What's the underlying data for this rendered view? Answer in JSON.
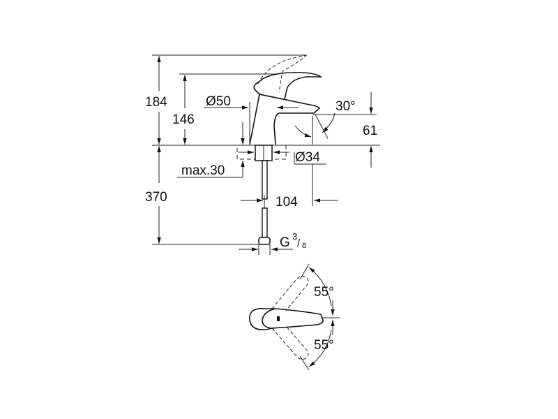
{
  "drawing": {
    "type": "technical-dimension-drawing",
    "subject": "single-lever basin mixer",
    "side_view": {
      "dimensions": {
        "total_height": "184",
        "spout_height": "146",
        "body_diameter": "Ø50",
        "lever_angle": "30°",
        "spout_clearance": "61",
        "base_diameter": "Ø34",
        "max_deck_thickness": "max.30",
        "hose_length": "370",
        "spout_reach": "104",
        "connection_thread_main": "G",
        "connection_thread_num": "3",
        "connection_thread_den": "8"
      }
    },
    "top_view": {
      "dimensions": {
        "rotation_up": "55°",
        "rotation_down": "55°"
      }
    }
  }
}
